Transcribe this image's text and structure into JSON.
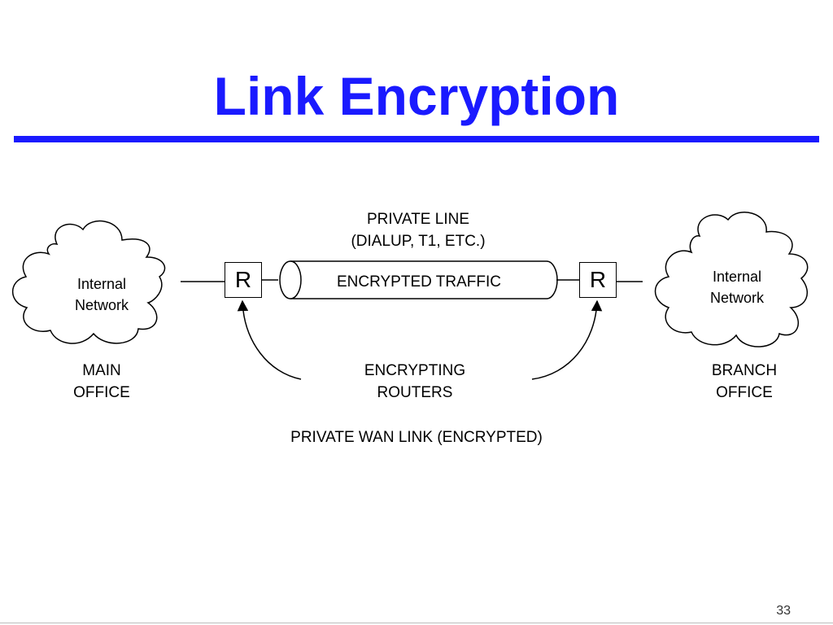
{
  "slide": {
    "title": "Link Encryption",
    "accent_color": "#1a1aff",
    "page_number": "33"
  },
  "diagram": {
    "private_line": [
      "PRIVATE LINE",
      "(DIALUP, T1, ETC.)"
    ],
    "tunnel_label": "ENCRYPTED TRAFFIC",
    "left_router_label": "R",
    "right_router_label": "R",
    "left_cloud_label": [
      "Internal",
      "Network"
    ],
    "right_cloud_label": [
      "Internal",
      "Network"
    ],
    "left_site": [
      "MAIN",
      "OFFICE"
    ],
    "right_site": [
      "BRANCH",
      "OFFICE"
    ],
    "routers_caption": [
      "ENCRYPTING",
      "ROUTERS"
    ],
    "caption": "PRIVATE WAN LINK (ENCRYPTED)"
  }
}
